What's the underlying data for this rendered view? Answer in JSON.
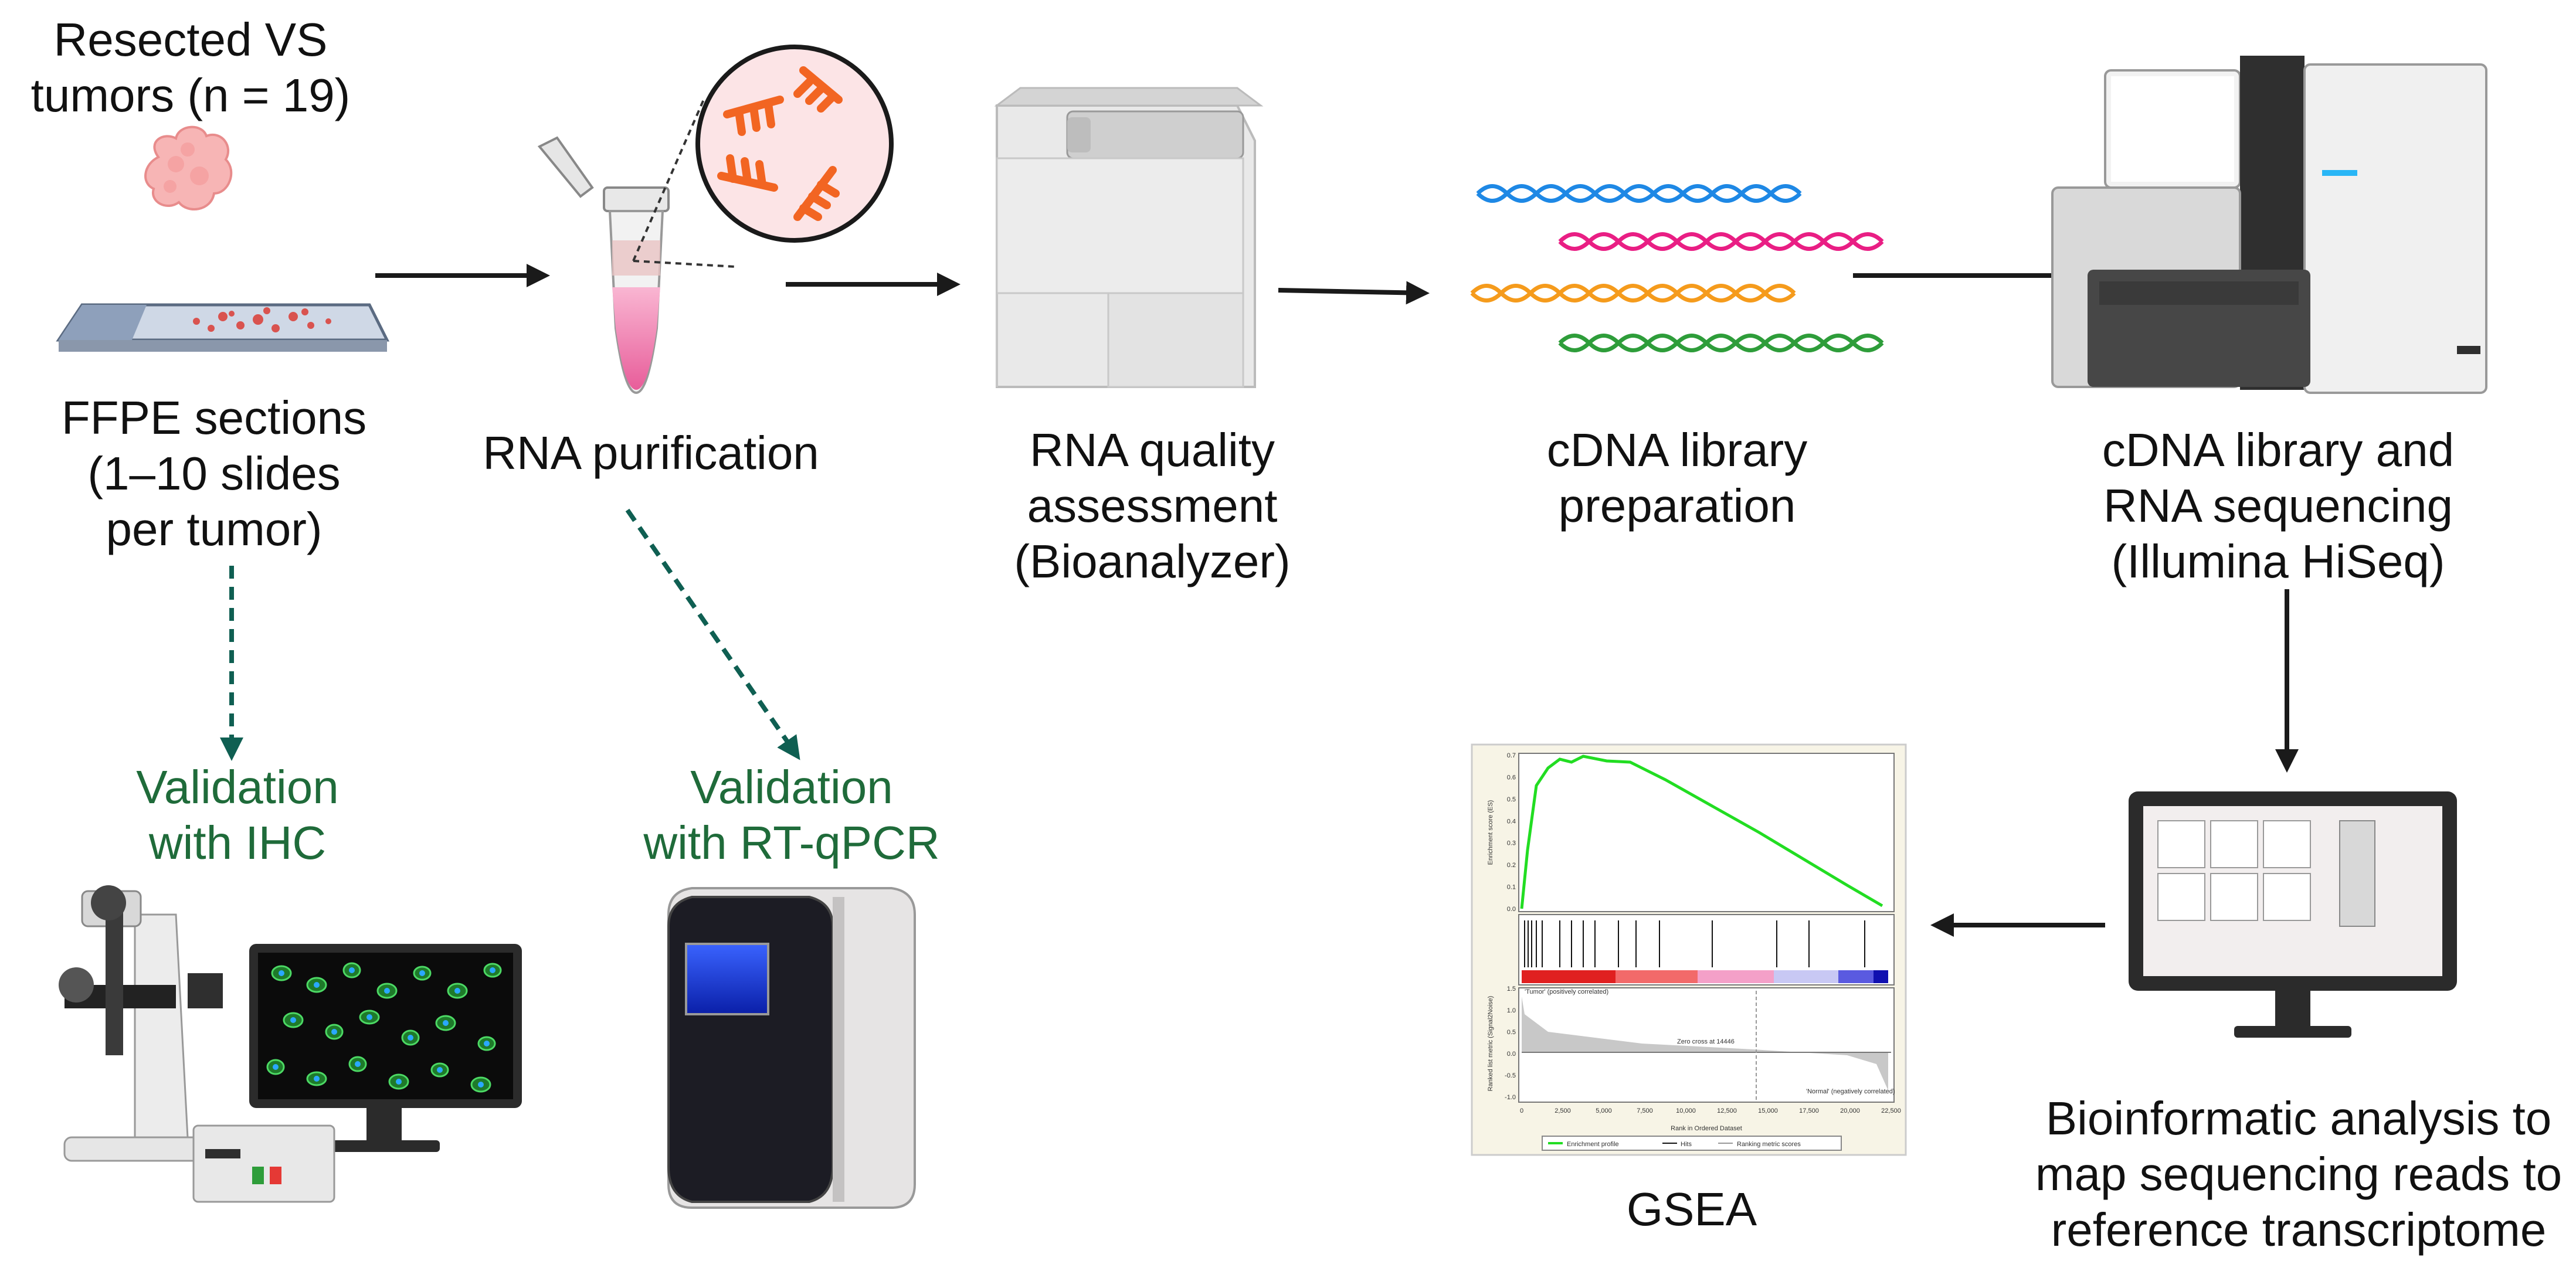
{
  "steps": {
    "tumors": [
      "Resected VS",
      "tumors (n = 19)"
    ],
    "ffpe": [
      "FFPE sections",
      "(1–10 slides",
      "per tumor)"
    ],
    "rna_purification": [
      "RNA purification"
    ],
    "rna_quality": [
      "RNA quality",
      "assessment",
      "(Bioanalyzer)"
    ],
    "cdna_prep": [
      "cDNA library",
      "preparation"
    ],
    "sequencing": [
      "cDNA library and",
      "RNA sequencing",
      "(Illumina HiSeq)"
    ],
    "bioinformatics": [
      "Bioinformatic analysis to",
      "map sequencing reads to",
      "reference transcriptome"
    ],
    "gsea": [
      "GSEA"
    ],
    "ihc": [
      "Validation",
      "with IHC"
    ],
    "rtqpcr": [
      "Validation",
      "with RT-qPCR"
    ]
  },
  "gsea_plot": {
    "es_axis_label": "Enrichment score (ES)",
    "metric_axis_label": "Ranked list metric (Signal2Noise)",
    "x_axis_label": "Rank in Ordered Dataset",
    "es_ticks": [
      "0.7",
      "0.6",
      "0.5",
      "0.4",
      "0.3",
      "0.2",
      "0.1",
      "0.0"
    ],
    "metric_ticks": [
      "1.5",
      "1.0",
      "0.5",
      "0.0",
      "-0.5",
      "-1.0"
    ],
    "x_ticks": [
      "0",
      "2,500",
      "5,000",
      "7,500",
      "10,000",
      "12,500",
      "15,000",
      "17,500",
      "20,000",
      "22,500"
    ],
    "tumor_label": "'Tumor' (positively correlated)",
    "normal_label": "'Normal' (negatively correlated)",
    "zero_cross": "Zero cross at 14446",
    "legend": [
      "Enrichment profile",
      "Hits",
      "Ranking metric scores"
    ]
  },
  "colors": {
    "arrow": "#1a1a1a",
    "dashed_arrow": "#0f5f52",
    "validation_text": "#1f6b3a",
    "dna_blue": "#1e88e5",
    "dna_pink": "#e91e84",
    "dna_orange": "#f59b1c",
    "dna_green": "#2e9d3a",
    "enrichment_line": "#22dd22"
  }
}
